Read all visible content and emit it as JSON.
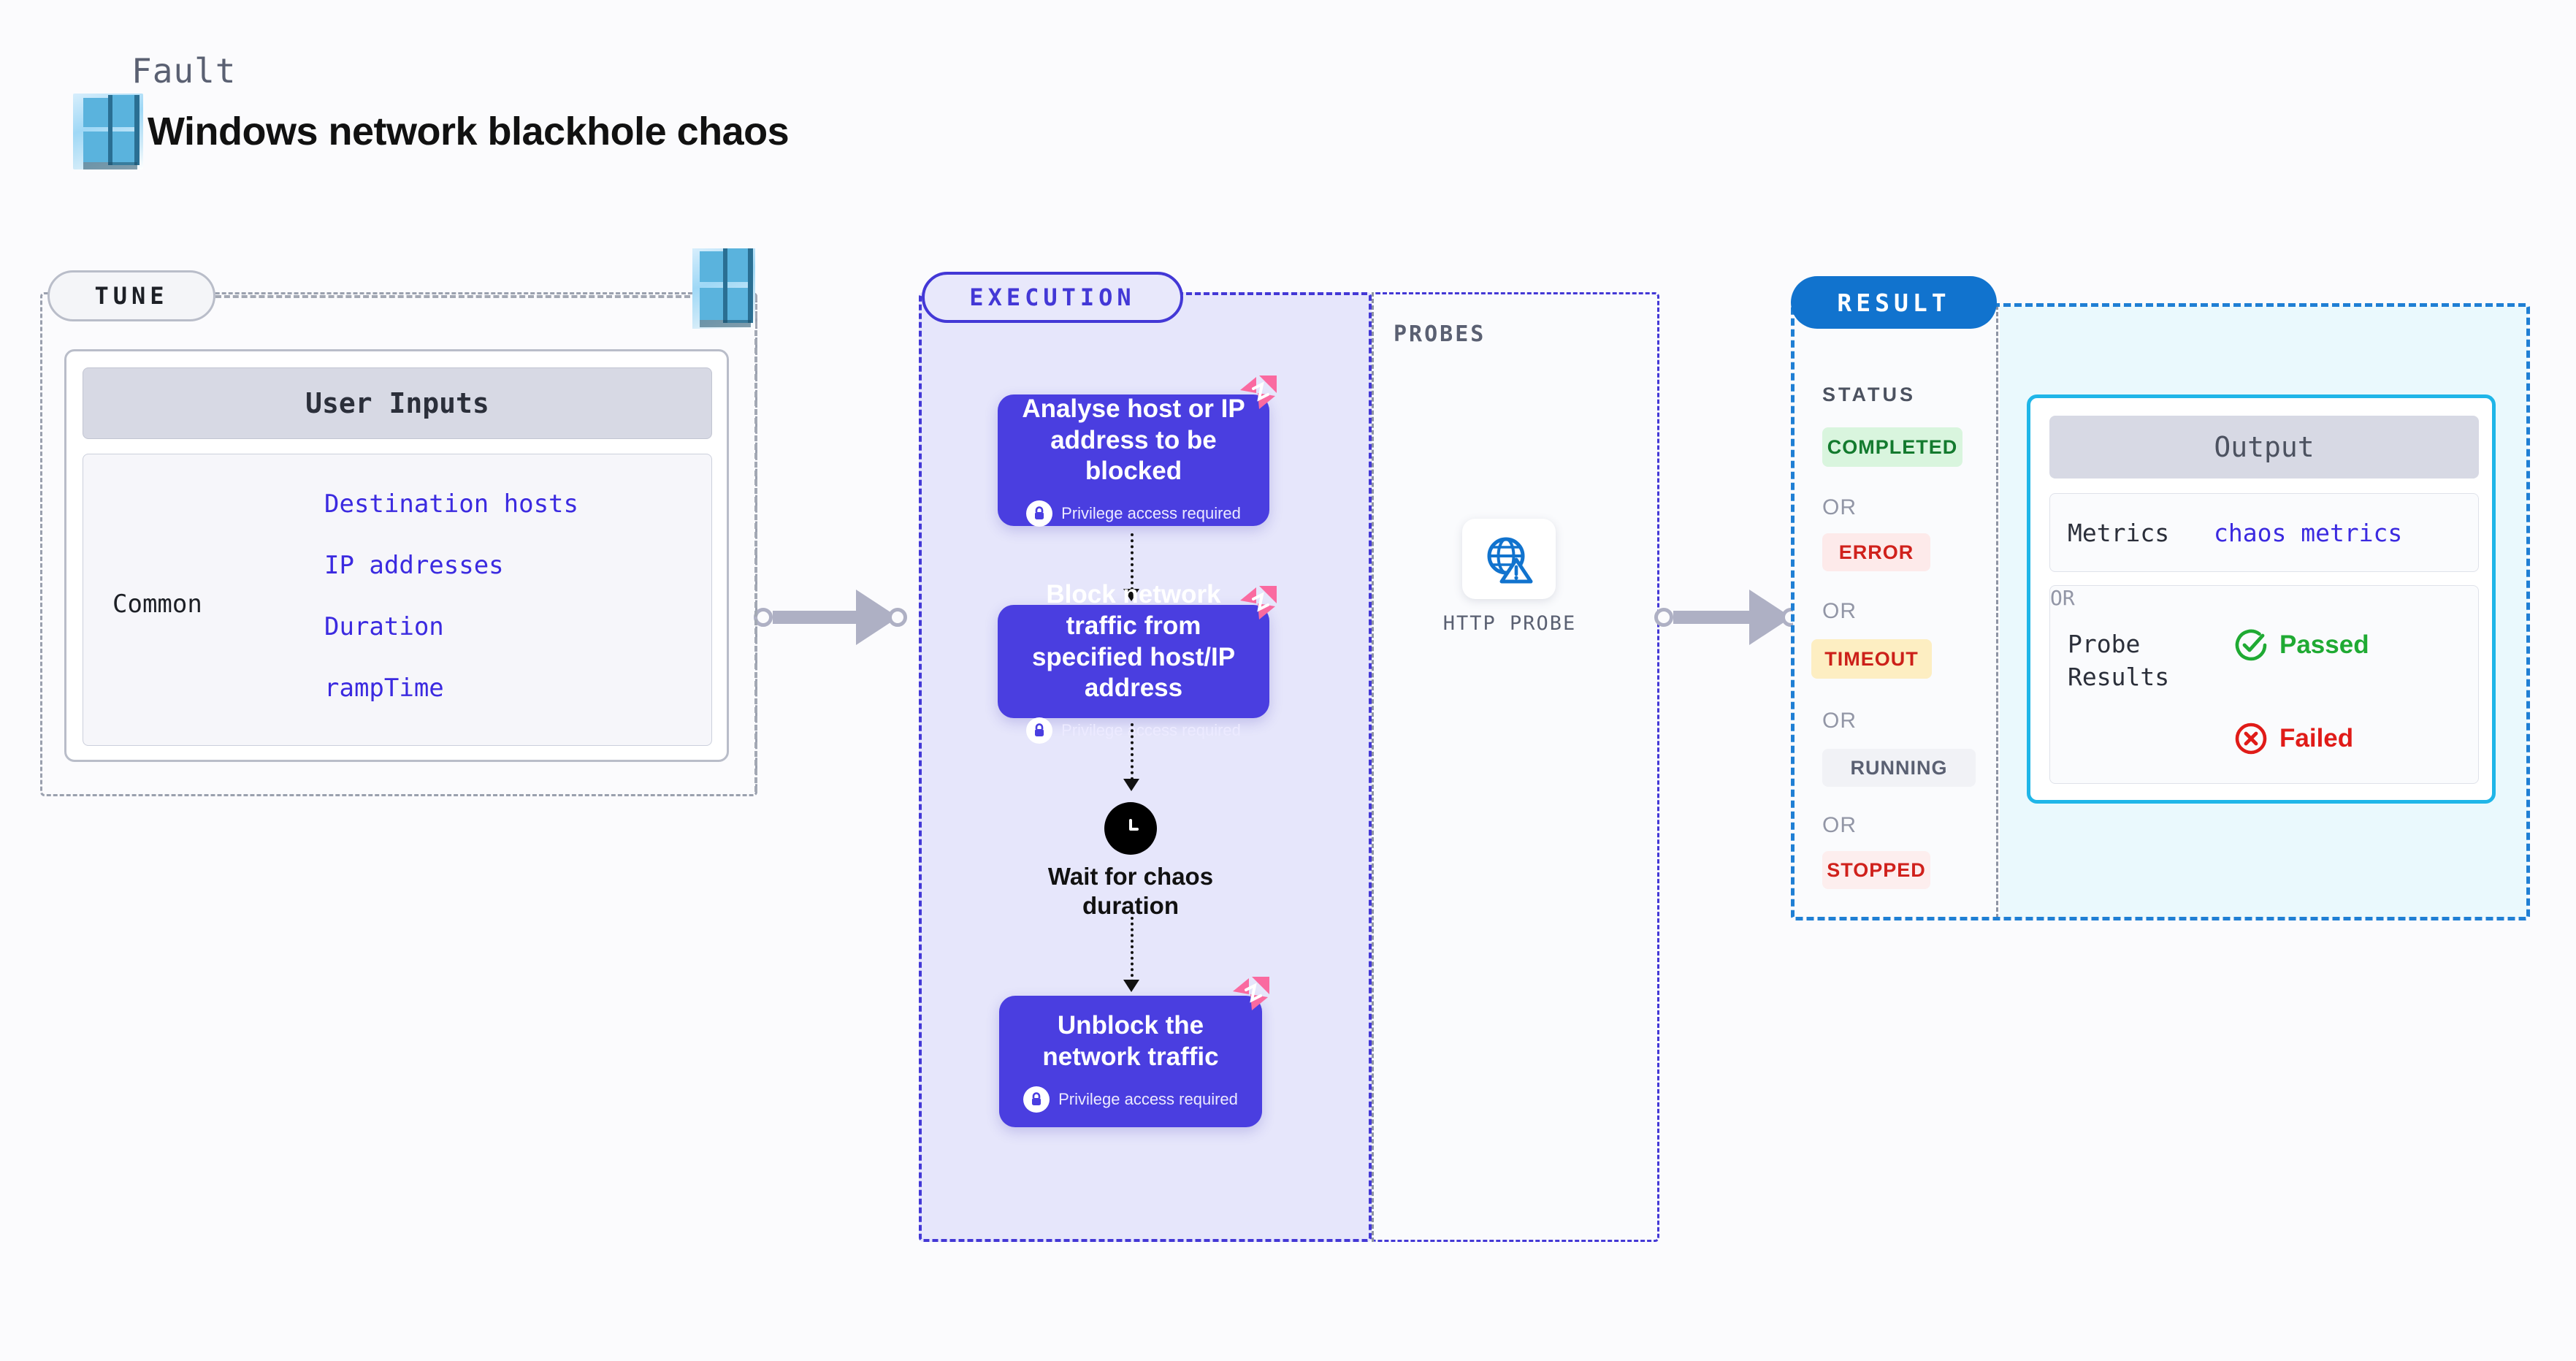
{
  "header": {
    "kicker": "Fault",
    "title": "Windows network blackhole chaos",
    "logo_icon": "windows-logo-icon"
  },
  "tune": {
    "pill_label": "TUNE",
    "platform_icon": "windows-logo-icon",
    "card": {
      "header": "User Inputs",
      "group_label": "Common",
      "params": [
        "Destination hosts",
        "IP addresses",
        "Duration",
        "rampTime"
      ]
    }
  },
  "execution": {
    "pill_label": "EXECUTION",
    "privilege_note": "Privilege access required",
    "badge_icon": "chaos-badge-icon",
    "lock_icon": "lock-icon",
    "steps": [
      {
        "text": "Analyse host or IP address to be blocked",
        "privileged": true
      },
      {
        "text": "Block network traffic from specified host/IP address",
        "privileged": true
      }
    ],
    "wait": {
      "icon": "clock-icon",
      "label": "Wait for chaos duration"
    },
    "final_step": {
      "text": "Unblock the network traffic",
      "privileged": true
    }
  },
  "probes": {
    "section_label": "PROBES",
    "items": [
      {
        "label": "HTTP PROBE",
        "icon": "globe-warning-icon"
      }
    ]
  },
  "result": {
    "pill_label": "RESULT",
    "status_label": "STATUS",
    "or_label": "OR",
    "statuses": [
      {
        "label": "COMPLETED",
        "text_color": "#137a2e",
        "bg_color": "#d9f5de"
      },
      {
        "label": "ERROR",
        "text_color": "#d0211c",
        "bg_color": "#fdeaea"
      },
      {
        "label": "TIMEOUT",
        "text_color": "#cc2019",
        "bg_color": "#fdeec2"
      },
      {
        "label": "RUNNING",
        "text_color": "#5a6072",
        "bg_color": "#f1f2f6"
      },
      {
        "label": "STOPPED",
        "text_color": "#d0211c",
        "bg_color": "#fdeeee"
      }
    ],
    "output": {
      "header": "Output",
      "metrics_key": "Metrics",
      "metrics_value": "chaos metrics",
      "probe_results_key": "Probe Results",
      "or_label": "OR",
      "passed": {
        "label": "Passed",
        "icon": "check-circle-icon",
        "color": "#1faa33"
      },
      "failed": {
        "label": "Failed",
        "icon": "x-circle-icon",
        "color": "#e01b18"
      }
    }
  },
  "colors": {
    "page_bg": "#fbfbfd",
    "execution_accent": "#4338d6",
    "execution_card": "#4a3ee0",
    "result_accent": "#1173ce",
    "output_accent": "#1fb6e8",
    "param_text": "#3b2ae0",
    "chaos_pink": "#fa6aa0"
  }
}
